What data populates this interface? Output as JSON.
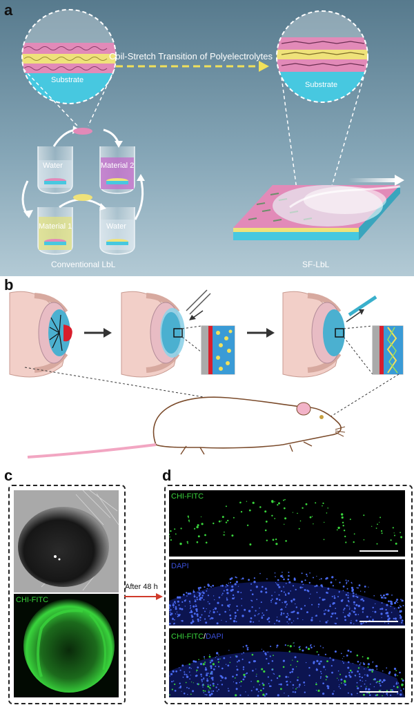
{
  "panels": {
    "a": {
      "letter": "a",
      "arrow_text": "Coil-Stretch Transition of Polyelectrolytes",
      "substrate_left": "Substrate",
      "substrate_right": "Substrate",
      "beaker_top_left": "Water",
      "beaker_top_right": "Material 2",
      "beaker_bottom_left": "Material 1",
      "beaker_bottom_right": "Water",
      "caption_left": "Conventional LbL",
      "caption_right": "SF-LbL"
    },
    "b": {
      "letter": "b"
    },
    "c": {
      "letter": "c",
      "fluor_label": "CHI-FITC"
    },
    "arrow_label": "After 48 h",
    "d": {
      "letter": "d",
      "top_label": "CHI-FITC",
      "mid_label": "DAPI",
      "bottom_label_green": "CHI-FITC",
      "bottom_label_sep": "/",
      "bottom_label_blue": "DAPI"
    }
  },
  "colors": {
    "panel_a_bg_top": "#5d7f92",
    "panel_a_bg_bottom": "#aac3cf",
    "pink_layer": "#e28ab8",
    "yellow_layer": "#efe27a",
    "cyan_substrate": "#47c8e0",
    "arrow_yellow": "#f1e15a",
    "green_fluor": "#39d43c",
    "blue_dapi": "#3a4fd8",
    "red_arrow": "#d03a2a"
  }
}
